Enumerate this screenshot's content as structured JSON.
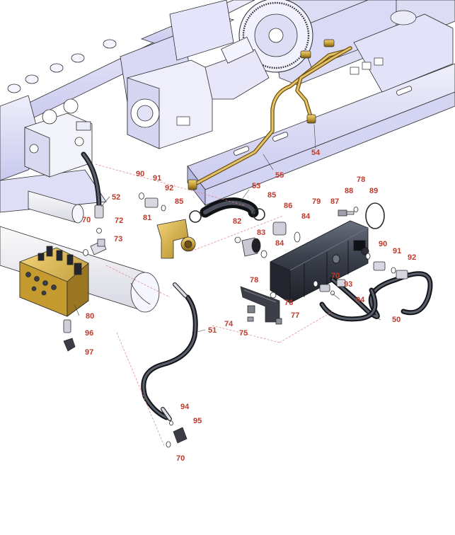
{
  "colors": {
    "callout": "#c0392b",
    "frame_fill": "#e6e6f8",
    "frame_shade": "#c9c9ef",
    "outline": "#2b2b2b",
    "brass": "#c9a23a",
    "brass_dark": "#8a6a14",
    "hose": "#303035",
    "pump_body": "#3a3f4b",
    "manifold_gold": "#d8b24a",
    "leader": "#e08080"
  },
  "icons": {
    "pump": "gear-pump-icon",
    "manifold": "valve-manifold-icon",
    "hose": "hydraulic-hose-icon",
    "tube": "steel-tube-icon"
  },
  "callouts": [
    {
      "id": "c54",
      "label": "54"
    },
    {
      "id": "c55",
      "label": "55"
    },
    {
      "id": "c90a",
      "label": "90"
    },
    {
      "id": "c91a",
      "label": "91"
    },
    {
      "id": "c92a",
      "label": "92"
    },
    {
      "id": "c85a",
      "label": "85"
    },
    {
      "id": "c53",
      "label": "53"
    },
    {
      "id": "c85b",
      "label": "85"
    },
    {
      "id": "c52",
      "label": "52"
    },
    {
      "id": "c78a",
      "label": "78"
    },
    {
      "id": "c88",
      "label": "88"
    },
    {
      "id": "c89",
      "label": "89"
    },
    {
      "id": "c79",
      "label": "79"
    },
    {
      "id": "c87",
      "label": "87"
    },
    {
      "id": "c86",
      "label": "86"
    },
    {
      "id": "c84a",
      "label": "84"
    },
    {
      "id": "c70a",
      "label": "70"
    },
    {
      "id": "c72",
      "label": "72"
    },
    {
      "id": "c81",
      "label": "81"
    },
    {
      "id": "c82",
      "label": "82"
    },
    {
      "id": "c83",
      "label": "83"
    },
    {
      "id": "c84b",
      "label": "84"
    },
    {
      "id": "c73",
      "label": "73"
    },
    {
      "id": "c90b",
      "label": "90"
    },
    {
      "id": "c91b",
      "label": "91"
    },
    {
      "id": "c92b",
      "label": "92"
    },
    {
      "id": "c70b",
      "label": "70"
    },
    {
      "id": "c93",
      "label": "93"
    },
    {
      "id": "c78b",
      "label": "78"
    },
    {
      "id": "c94a",
      "label": "94"
    },
    {
      "id": "c76",
      "label": "76"
    },
    {
      "id": "c80",
      "label": "80"
    },
    {
      "id": "c77",
      "label": "77"
    },
    {
      "id": "c74",
      "label": "74"
    },
    {
      "id": "c50",
      "label": "50"
    },
    {
      "id": "c96",
      "label": "96"
    },
    {
      "id": "c75",
      "label": "75"
    },
    {
      "id": "c51",
      "label": "51"
    },
    {
      "id": "c97",
      "label": "97"
    },
    {
      "id": "c94b",
      "label": "94"
    },
    {
      "id": "c95",
      "label": "95"
    },
    {
      "id": "c70c",
      "label": "70"
    }
  ]
}
